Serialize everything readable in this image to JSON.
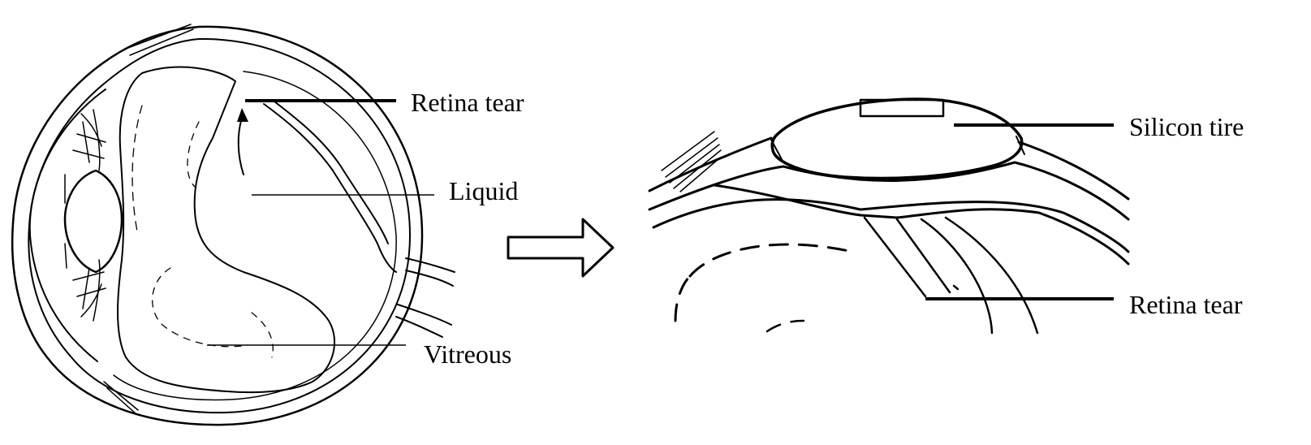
{
  "labels": {
    "retina_tear_left": "Retina tear",
    "liquid": "Liquid",
    "vitreous": "Vitreous",
    "silicon_tire": "Silicon tire",
    "retina_tear_right": "Retina tear"
  },
  "colors": {
    "ink": "#000000",
    "background": "#ffffff"
  },
  "icons": {
    "transition_arrow": "hollow-right-arrow"
  }
}
